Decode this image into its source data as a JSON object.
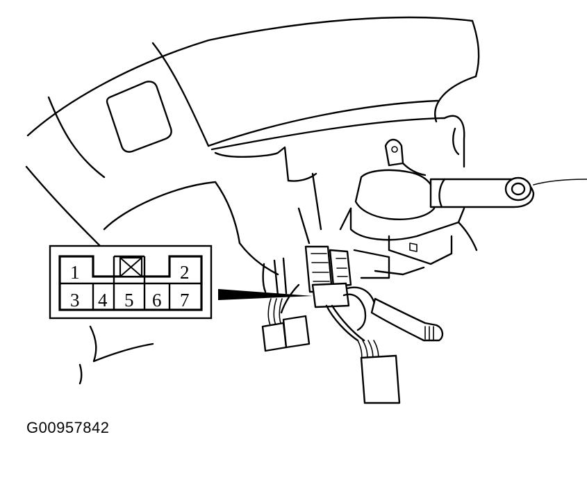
{
  "figure_code": "G00957842",
  "connector": {
    "pins_top": [
      "1",
      "2"
    ],
    "pins_bottom": [
      "3",
      "4",
      "5",
      "6",
      "7"
    ]
  },
  "icons": {
    "blank_cavity": "crossed-box-icon",
    "pointer": "pointer-arrow-icon"
  },
  "colors": {
    "line": "#000000",
    "background": "#ffffff"
  }
}
